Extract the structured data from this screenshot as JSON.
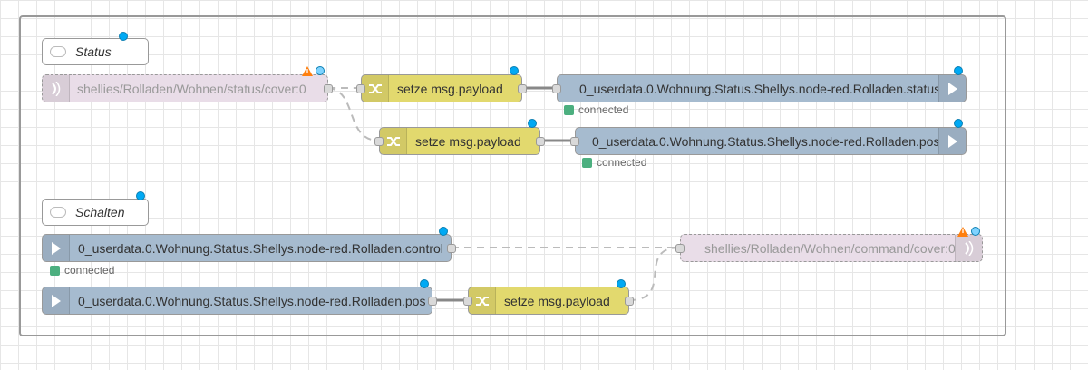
{
  "flow": {
    "comments": {
      "status": "Status",
      "schalten": "Schalten"
    },
    "nodes": {
      "mqtt_in": "shellies/Rolladen/Wohnen/status/cover:0",
      "change_1": "setze msg.payload",
      "change_2": "setze msg.payload",
      "change_3": "setze msg.payload",
      "iob_out_status": "0_userdata.0.Wohnung.Status.Shellys.node-red.Rolladen.status",
      "iob_out_pos": "0_userdata.0.Wohnung.Status.Shellys.node-red.Rolladen.pos",
      "iob_in_control": "0_userdata.0.Wohnung.Status.Shellys.node-red.Rolladen.control",
      "iob_in_pos": "0_userdata.0.Wohnung.Status.Shellys.node-red.Rolladen.pos",
      "mqtt_out": "shellies/Rolladen/Wohnen/command/cover:0"
    },
    "status": {
      "connected": "connected"
    }
  },
  "icons": {
    "comment": "comment-icon",
    "change": "shuffle-icon",
    "iobroker_in": "arrow-right-icon",
    "iobroker_out": "arrow-right-icon",
    "mqtt": "signal-waves-icon",
    "warning": "warning-triangle-icon"
  },
  "colors": {
    "change": "#e2d96e",
    "iobroker": "#a6bbcf",
    "mqtt_disabled": "#e9dde8",
    "changed_dot": "#00a9f4",
    "status_connected": "#4caf7f",
    "warning": "#ff7f0e"
  }
}
